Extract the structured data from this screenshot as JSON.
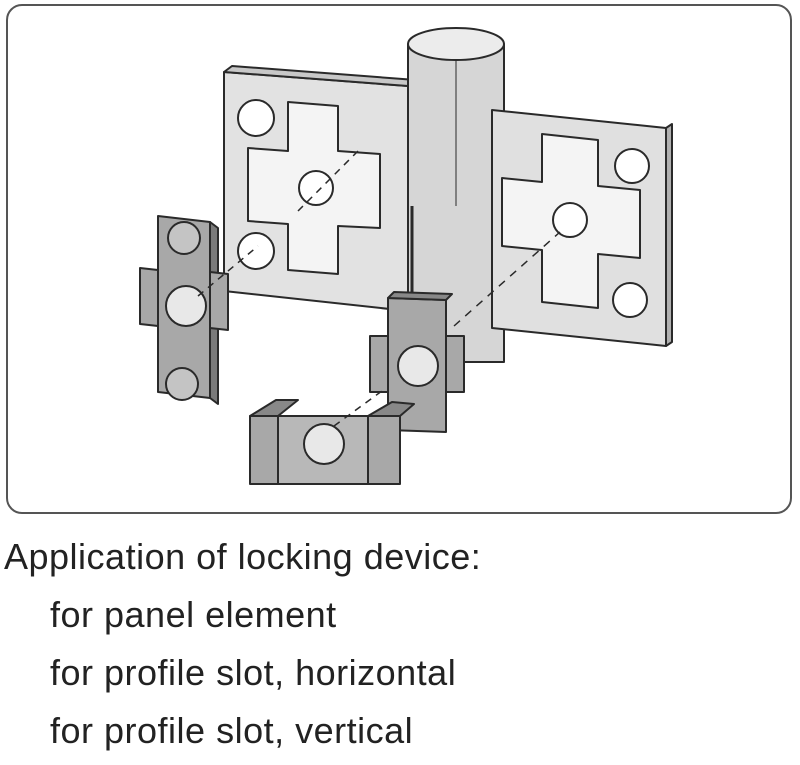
{
  "figure": {
    "description_icons": [
      "panel-element-icon",
      "cylindrical-profile-icon",
      "locking-nut-icon"
    ],
    "colors": {
      "panel": "#dcdcdc",
      "panel_edge": "#9a9a9a",
      "nut": "#a8a8a8",
      "outline": "#2a2a2a"
    }
  },
  "caption": {
    "heading": "Application  of locking  device:",
    "items": [
      "for panel  element",
      "for profile  slot, horizontal",
      "for profile  slot, vertical"
    ]
  }
}
